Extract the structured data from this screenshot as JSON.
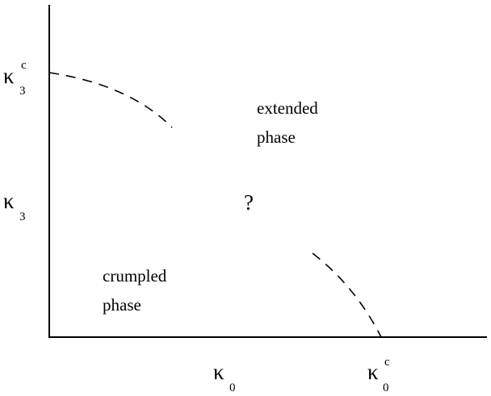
{
  "diagram": {
    "y_axis": {
      "symbol": "κ",
      "subscript": "3",
      "critical_symbol": "κ",
      "critical_subscript": "3",
      "critical_superscript": "c"
    },
    "x_axis": {
      "symbol": "κ",
      "subscript": "0",
      "critical_symbol": "κ",
      "critical_subscript": "0",
      "critical_superscript": "c"
    },
    "regions": {
      "extended_line1": "extended",
      "extended_line2": "phase",
      "crumpled_line1": "crumpled",
      "crumpled_line2": "phase",
      "unknown": "?"
    },
    "style": {
      "line_color": "#000000",
      "background": "#ffffff"
    }
  }
}
